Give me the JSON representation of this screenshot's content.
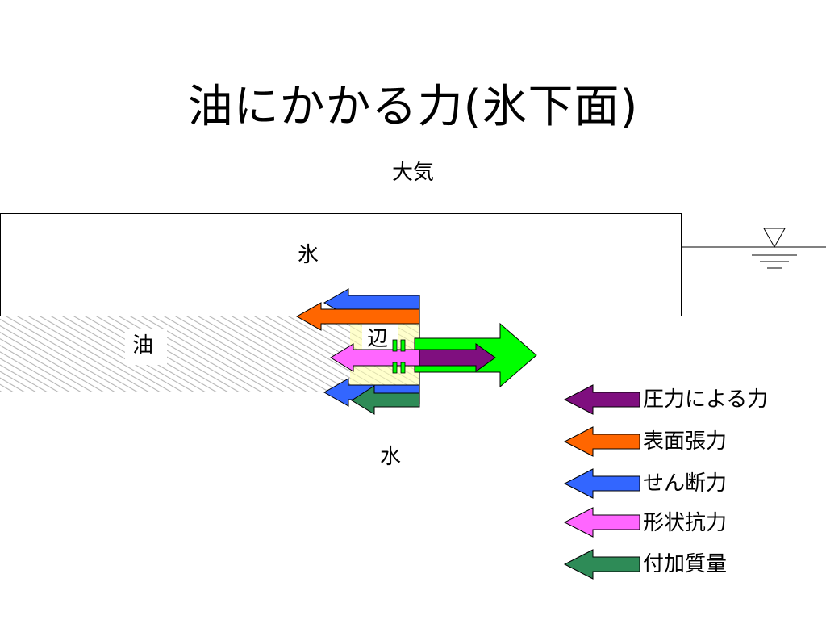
{
  "title": "油にかかる力(氷下面)",
  "regions": {
    "atmosphere": "大気",
    "ice": "氷",
    "oil": "油",
    "edge": "辺",
    "water": "水"
  },
  "legend": [
    {
      "label": "圧力による力",
      "color": "#7f0f7f"
    },
    {
      "label": "表面張力",
      "color": "#ff6600"
    },
    {
      "label": "せん断力",
      "color": "#3366ff"
    },
    {
      "label": "形状抗力",
      "color": "#ff66ff"
    },
    {
      "label": "付加質量",
      "color": "#2e8b57"
    }
  ],
  "resultant_color": "#00ff00",
  "edge_region_color": "#ffffcc"
}
